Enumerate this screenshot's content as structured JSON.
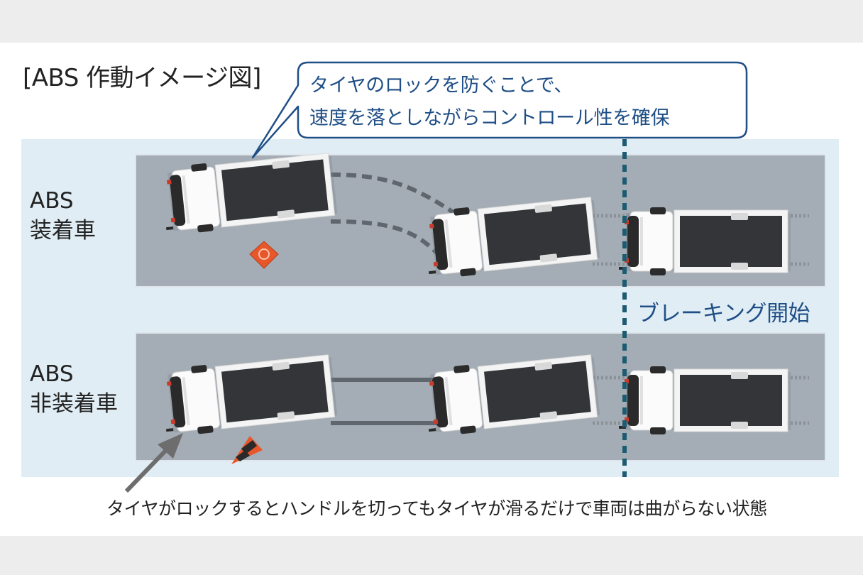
{
  "diagram": {
    "title": "[ABS 作動イメージ図]",
    "callout": {
      "line1": "タイヤのロックを防ぐことで、",
      "line2": "速度を落としながらコントロール性を確保"
    },
    "rows": [
      {
        "label_line1": "ABS",
        "label_line2": "装着車"
      },
      {
        "label_line1": "ABS",
        "label_line2": "非装着車"
      }
    ],
    "brake_label": "ブレーキング開始",
    "caption": "タイヤがロックするとハンドルを切ってもタイヤが滑るだけで車両は曲がらない状態"
  },
  "colors": {
    "road": "#a4adb5",
    "road_edge": "#dfe5ea",
    "light_blue": "#e1edf4",
    "accent_blue": "#1f4f86",
    "dotted_line": "#1d5b70",
    "cone_orange": "#e8572a",
    "arrow_gray": "#6d6d6d"
  },
  "icons": [
    "truck-icon",
    "warning-sign-icon",
    "traffic-cone-icon",
    "arrow-icon"
  ]
}
